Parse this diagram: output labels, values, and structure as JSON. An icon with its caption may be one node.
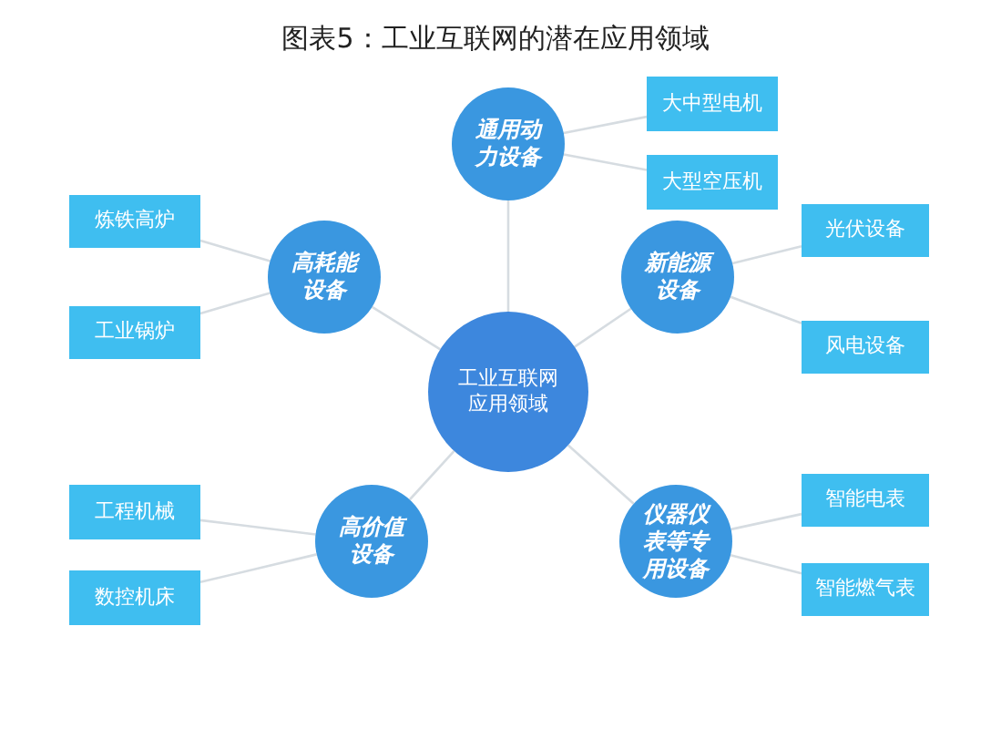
{
  "diagram": {
    "title": "图表5：工业互联网的潜在应用领域",
    "nodes": [
      {
        "text": [
          "通用动力设备"
        ]
      },
      {
        "text": [
          "大中型电机"
        ]
      },
      {
        "text": [
          "大型空压机"
        ]
      },
      {
        "text": [
          "炼铁高炉"
        ]
      },
      {
        "text": [
          "高耗能设备"
        ]
      },
      {
        "text": [
          "新能源设备"
        ]
      },
      {
        "text": [
          "光伏设备"
        ]
      },
      {
        "text": [
          "工业锅炉"
        ]
      },
      {
        "text": [
          "风电设备"
        ]
      },
      {
        "text": [
          "工业互联网应用领域"
        ]
      },
      {
        "text": [
          "工程机械"
        ]
      },
      {
        "text": [
          "高价值设备"
        ]
      },
      {
        "text": [
          "仪器仪表等专用设备"
        ]
      },
      {
        "text": [
          "智能电表"
        ]
      },
      {
        "text": [
          "数控机床"
        ]
      },
      {
        "text": [
          "智能燃气表"
        ]
      }
    ],
    "edges": [
      {
        "from": 9,
        "to": 0,
        "arrow": "none"
      },
      {
        "from": 9,
        "to": 4,
        "arrow": "none"
      },
      {
        "from": 9,
        "to": 5,
        "arrow": "none"
      },
      {
        "from": 9,
        "to": 11,
        "arrow": "none"
      },
      {
        "from": 9,
        "to": 12,
        "arrow": "none"
      },
      {
        "from": 0,
        "to": 1,
        "arrow": "none"
      },
      {
        "from": 0,
        "to": 2,
        "arrow": "none"
      },
      {
        "from": 4,
        "to": 3,
        "arrow": "none"
      },
      {
        "from": 4,
        "to": 7,
        "arrow": "none"
      },
      {
        "from": 5,
        "to": 6,
        "arrow": "none"
      },
      {
        "from": 5,
        "to": 8,
        "arrow": "none"
      },
      {
        "from": 11,
        "to": 10,
        "arrow": "none"
      },
      {
        "from": 11,
        "to": 14,
        "arrow": "none"
      },
      {
        "from": 12,
        "to": 13,
        "arrow": "none"
      },
      {
        "from": 12,
        "to": 15,
        "arrow": "none"
      }
    ]
  }
}
